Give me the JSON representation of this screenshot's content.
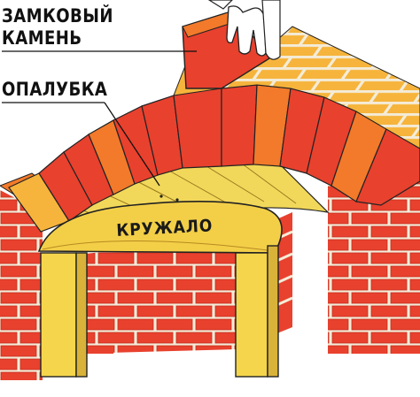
{
  "labels": {
    "keystone_line1": "ЗАМКОВЫЙ",
    "keystone_line2": "КАМЕНЬ",
    "formwork": "ОПАЛУБКА",
    "centering": "КРУЖАЛО"
  },
  "colors": {
    "brick_red": "#e8412e",
    "brick_dark": "#c72d1e",
    "mortar": "#f4ecd8",
    "arch_brick_orange": "#f27a2a",
    "arch_brick_yellow": "#f6b43c",
    "formwork_yellow": "#f2d85a",
    "centering_yellow": "#f3cf48",
    "post_yellow": "#f4d54c",
    "outline": "#222222",
    "hand_white": "#ffffff"
  },
  "icons": [
    "hand-icon"
  ]
}
